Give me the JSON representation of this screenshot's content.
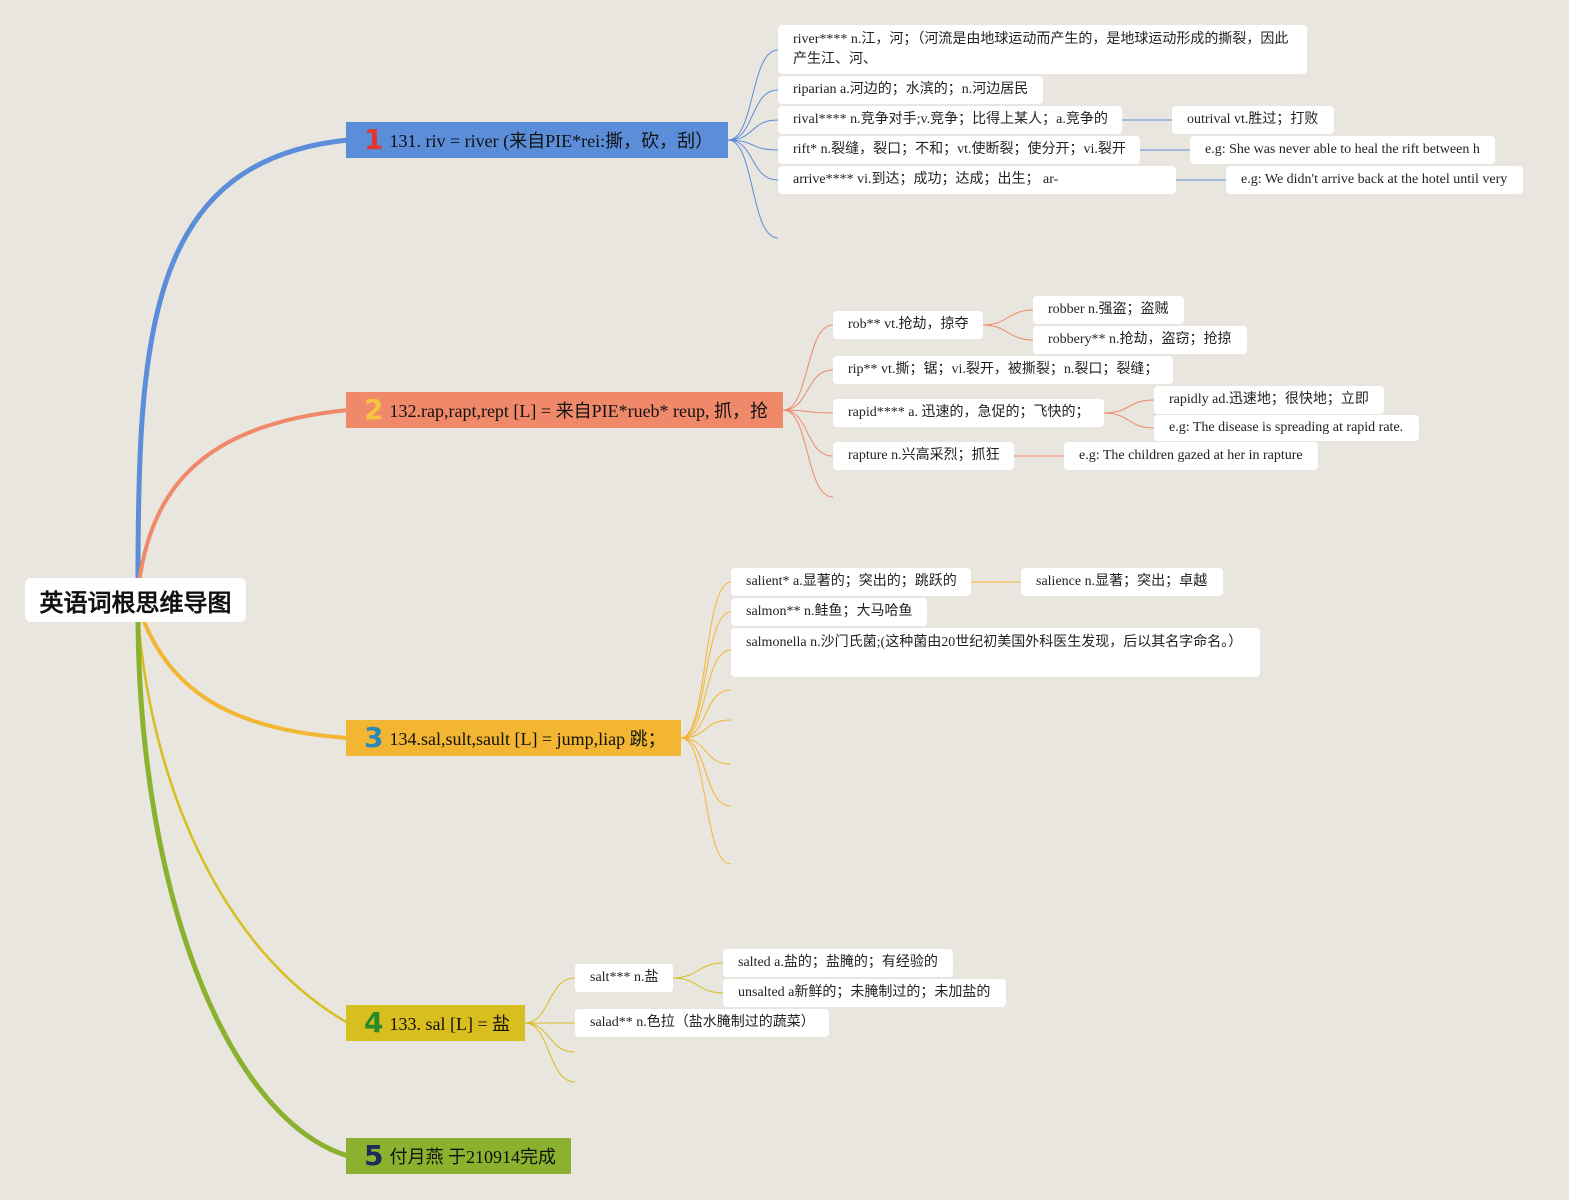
{
  "root": {
    "title": "英语词根思维导图"
  },
  "branches": [
    {
      "num": "1",
      "label": "131. riv = river (来自PIE*rei:撕，砍，刮）",
      "color": "#5b8dd9",
      "num_color": "#e3342f"
    },
    {
      "num": "2",
      "label": "132.rap,rapt,rept [L] = 来自PIE*rueb* reup, 抓，抢",
      "color": "#f0896a",
      "num_color": "#f6c53f"
    },
    {
      "num": "3",
      "label": "134.sal,sult,sault [L] = jump,liap 跳；",
      "color": "#f2b632",
      "num_color": "#2b88b8"
    },
    {
      "num": "4",
      "label": "133. sal [L] = 盐",
      "color": "#d8be1e",
      "num_color": "#2a8a2a"
    },
    {
      "num": "5",
      "label": "付月燕 于210914完成",
      "color": "#8ab22e",
      "num_color": "#1e2a5a"
    }
  ],
  "b1": {
    "river": "river**** n.江，河；（河流是由地球运动而产生的，是地球运动形成的撕裂，因此产生江、河、",
    "riparian": "riparian a.河边的；水滨的；n.河边居民",
    "rival": "rival**** n.竞争对手;v.竞争；比得上某人；a.竞争的",
    "outrival": "outrival vt.胜过；打败",
    "rift": "rift* n.裂缝，裂口；不和；vt.使断裂；使分开；vi.裂开",
    "rift_eg": "e.g: She was never able to heal the rift between h",
    "arrive": "arrive**** vi.到达；成功；达成；出生； ar-",
    "arrive_eg": "e.g: We didn't arrive back at the hotel until very"
  },
  "b2": {
    "rob": "rob** vt.抢劫，掠夺",
    "robber": "robber n.强盗；盗贼",
    "robbery": "robbery** n.抢劫，盗窃；抢掠",
    "rip": "rip** vt.撕；锯；vi.裂开，被撕裂；n.裂口；裂缝；",
    "rapid": "rapid**** a. 迅速的，急促的；飞快的；",
    "rapidly": "rapidly ad.迅速地；很快地；立即",
    "rapid_eg": "e.g: The disease is spreading at rapid rate.",
    "rapture": "rapture n.兴高采烈；抓狂",
    "rapture_eg": "e.g: The children gazed at her in rapture"
  },
  "b3": {
    "salient": "salient* a.显著的；突出的；跳跃的",
    "salience": "salience n.显著；突出；卓越",
    "salmon": "salmon** n.鲑鱼；大马哈鱼",
    "salmonella": "salmonella n.沙门氏菌;(这种菌由20世纪初美国外科医生发现，后以其名字命名。）"
  },
  "b4": {
    "salt": "salt*** n.盐",
    "salted": "salted a.盐的；盐腌的；有经验的",
    "unsalted": "unsalted a新鲜的；未腌制过的；未加盐的",
    "salad": "salad** n.色拉（盐水腌制过的蔬菜）"
  }
}
